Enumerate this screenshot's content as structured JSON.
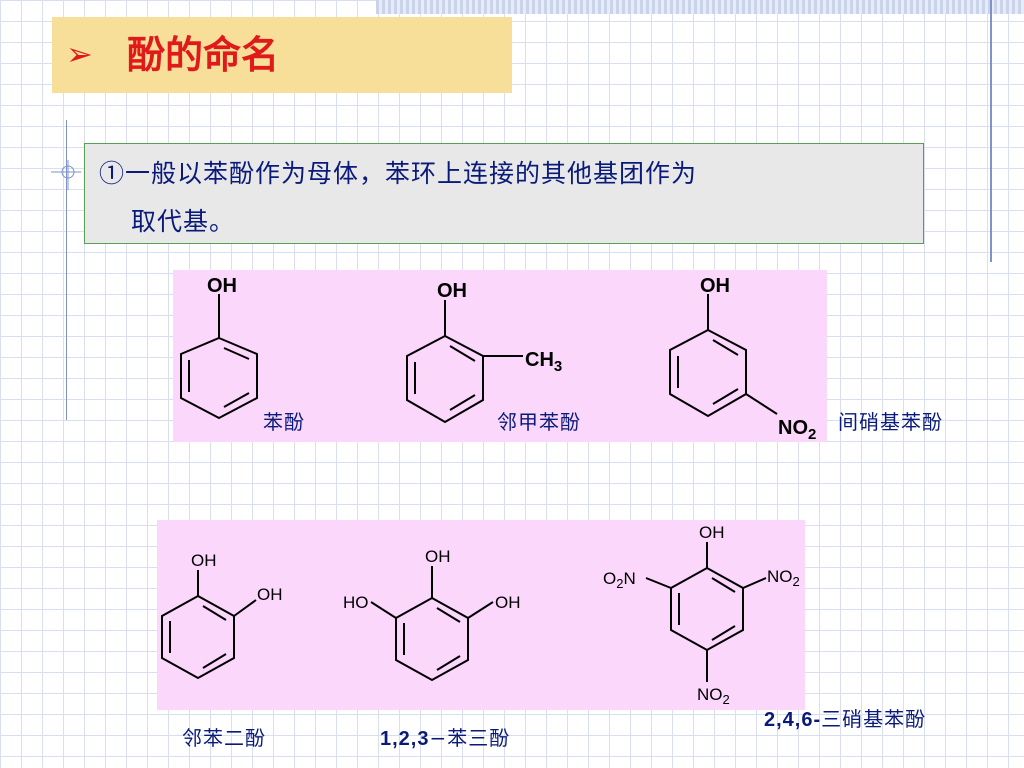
{
  "title": {
    "arrow": "➢",
    "text": "酚的命名"
  },
  "intro": {
    "line1": "①一般以苯酚作为母体，苯环上连接的其他基团作为",
    "line2": "取代基。"
  },
  "compounds": {
    "phenol": {
      "name": "苯酚",
      "oh": "OH"
    },
    "o_cresol": {
      "name": "邻甲苯酚",
      "oh": "OH",
      "ch": "CH",
      "sub": "3"
    },
    "m_nitrophenol": {
      "name": "间硝基苯酚",
      "oh": "OH",
      "no": "NO",
      "sub": "2"
    },
    "catechol": {
      "name": "邻苯二酚",
      "oh1": "OH",
      "oh2": "OH"
    },
    "pyrogallol": {
      "name_prefix": "1,2,3",
      "name_suffix": "−苯三酚",
      "oh_top": "OH",
      "ho_left": "HO",
      "oh_right": "OH"
    },
    "picric_acid": {
      "name_prefix": "2,4,6-",
      "name_suffix": "三硝基苯酚",
      "oh": "OH",
      "left_o": "O",
      "left_sub": "2",
      "left_n": "N",
      "right_no": "NO",
      "right_sub": "2",
      "bottom_no": "NO",
      "bottom_sub": "2"
    }
  },
  "colors": {
    "title_red": "#e01a1a",
    "title_bg": "#f7df9a",
    "text_blue": "#0a1a7a",
    "panel_pink": "#fbd7fb",
    "intro_bg": "#e8e8e8"
  }
}
